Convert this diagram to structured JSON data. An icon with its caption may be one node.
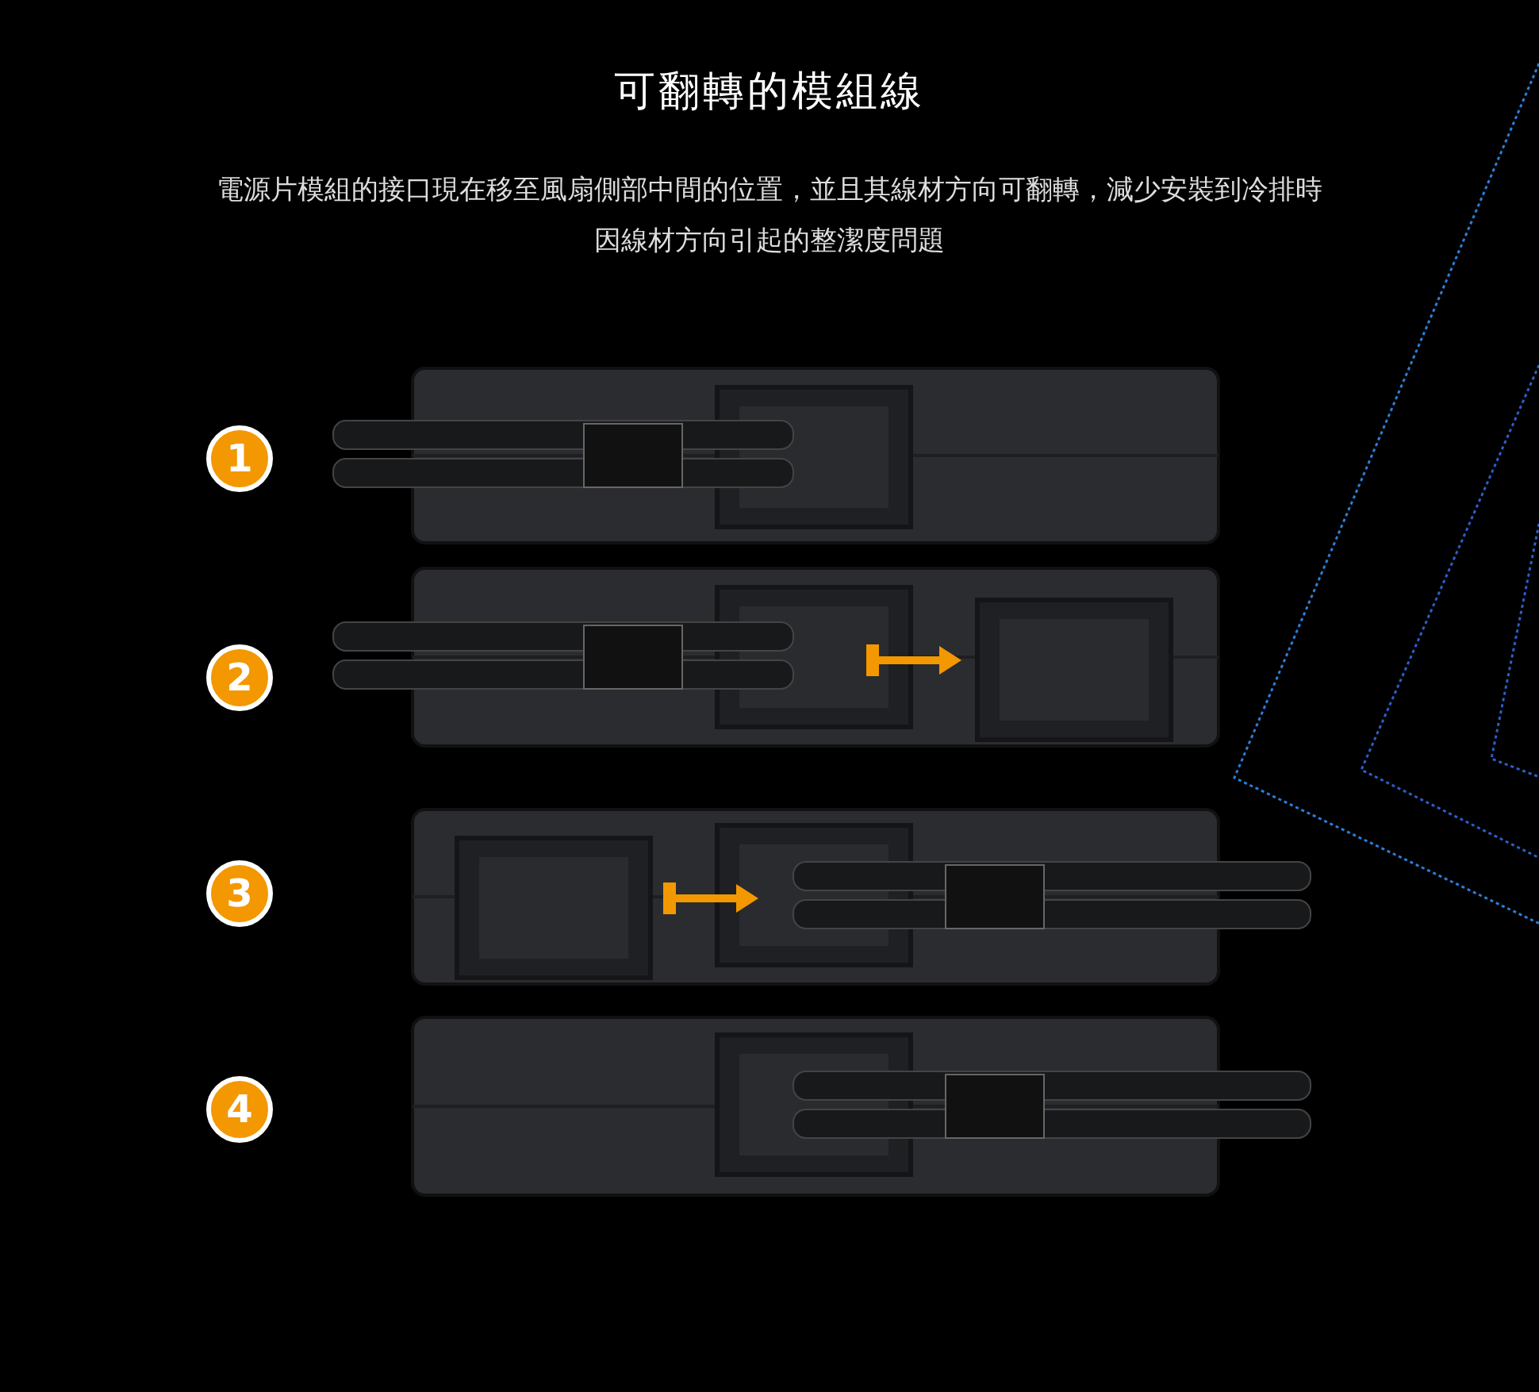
{
  "diagram": {
    "title": "可翻轉的模組線",
    "labels": [
      "電源片模組的接口現在移至風扇側部中間的位置，並且其線材方向可翻轉，減少安裝到冷排時因線材方向引起的整潔度問題",
      "1",
      "2",
      "3",
      "4"
    ]
  }
}
